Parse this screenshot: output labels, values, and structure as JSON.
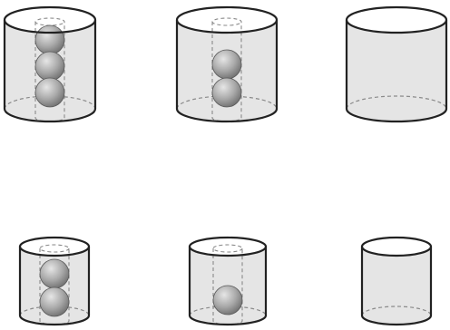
{
  "diagram": {
    "fill_color": "#e5e5e5",
    "stroke_color": "#222222",
    "dash_color": "#8a8a8a",
    "ball_light": "#e6e6e6",
    "ball_dark": "#6a6a6a",
    "cylinders": [
      {
        "id": "top-left",
        "row": "top",
        "balls": 3,
        "inner_tube": true
      },
      {
        "id": "top-middle",
        "row": "top",
        "balls": 2,
        "inner_tube": true
      },
      {
        "id": "top-right",
        "row": "top",
        "balls": 0,
        "inner_tube": false
      },
      {
        "id": "bottom-left",
        "row": "bottom",
        "balls": 2,
        "inner_tube": true
      },
      {
        "id": "bottom-middle",
        "row": "bottom",
        "balls": 1,
        "inner_tube": true
      },
      {
        "id": "bottom-right",
        "row": "bottom",
        "balls": 0,
        "inner_tube": false
      }
    ]
  }
}
